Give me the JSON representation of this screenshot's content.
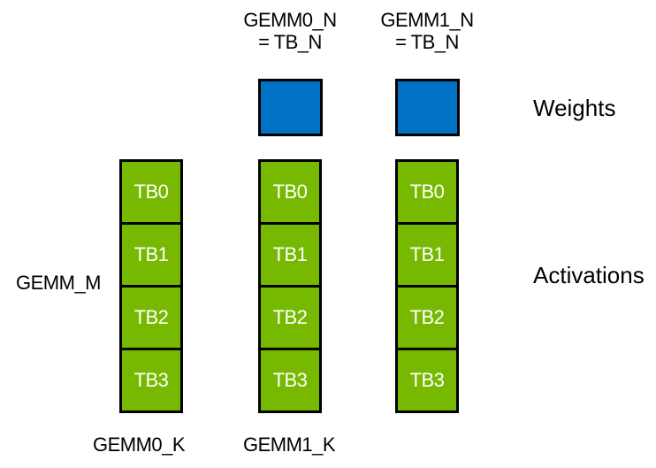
{
  "colors": {
    "background": "#ffffff",
    "weights-fill": "#0071c5",
    "activations-fill": "#76b900",
    "box-border": "#000000",
    "tb-label": "#ffffff",
    "text": "#000000"
  },
  "headers": [
    {
      "line1": "GEMM0_N",
      "line2": "= TB_N"
    },
    {
      "line1": "GEMM1_N",
      "line2": "= TB_N"
    }
  ],
  "legend": {
    "weights": "Weights",
    "activations": "Activations"
  },
  "side_labels": {
    "gemm_m": "GEMM_M"
  },
  "bottom_labels": [
    "GEMM0_K",
    "GEMM1_K"
  ],
  "stacks": [
    {
      "blocks": [
        "TB0",
        "TB1",
        "TB2",
        "TB3"
      ]
    },
    {
      "blocks": [
        "TB0",
        "TB1",
        "TB2",
        "TB3"
      ]
    },
    {
      "blocks": [
        "TB0",
        "TB1",
        "TB2",
        "TB3"
      ]
    }
  ]
}
